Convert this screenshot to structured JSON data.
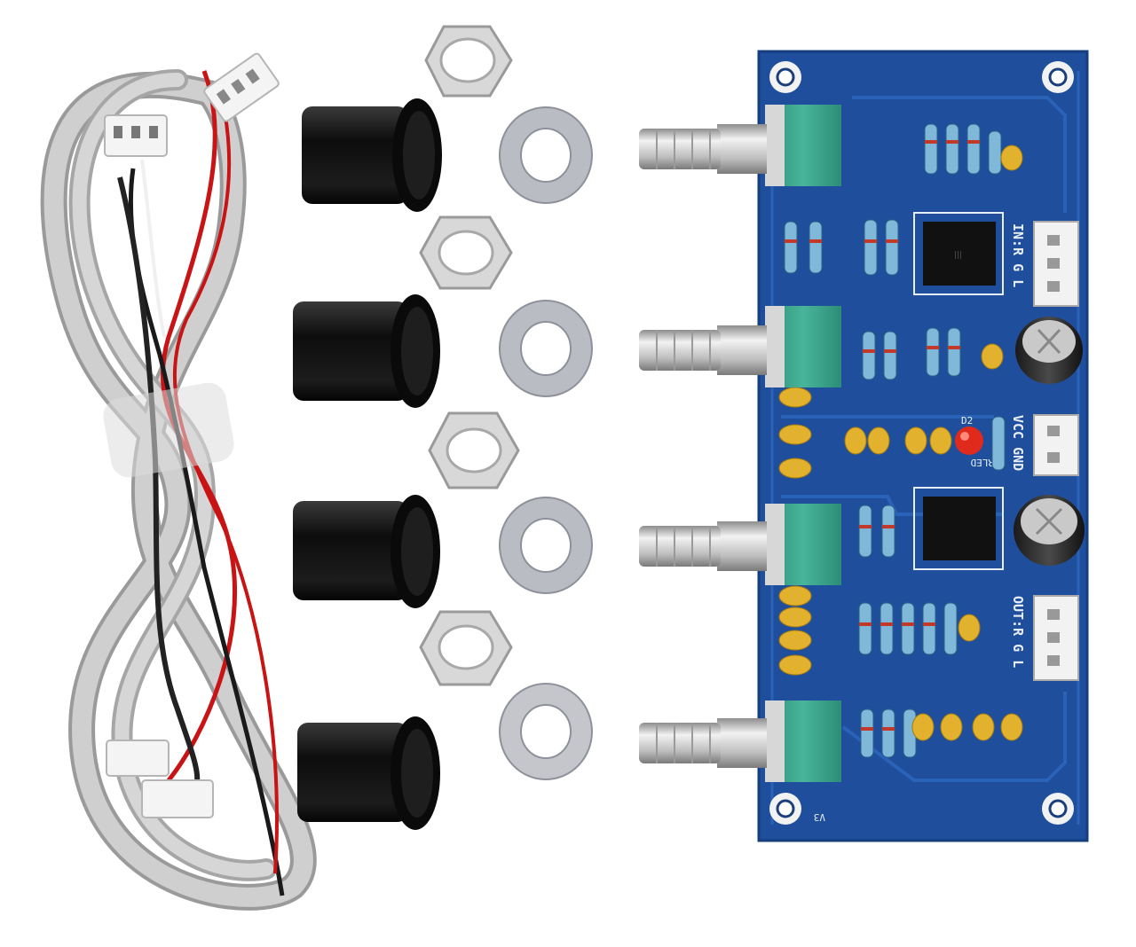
{
  "board": {
    "labels": {
      "input": "IN:R G L",
      "power": "VCC GND",
      "output": "OUT:R G L",
      "led": "D2",
      "led_name": "RLED",
      "version": "V3"
    },
    "colors": {
      "pcb": "#1f4f9c",
      "pcb_dark": "#173f82",
      "potentiometer": "#3aa58c",
      "knob": "#111111",
      "washer": "#b9bcc3",
      "resistor": "#7fb8d8",
      "capacitor": "#e2b12e",
      "led": "#e02a1c",
      "wire_red": "#c81414",
      "wire_black": "#1a1a1a",
      "cable_gray": "#c8c8c8"
    },
    "potentiometer_count": 4,
    "knob_count": 4,
    "nut_count": 4,
    "washer_count": 4
  }
}
